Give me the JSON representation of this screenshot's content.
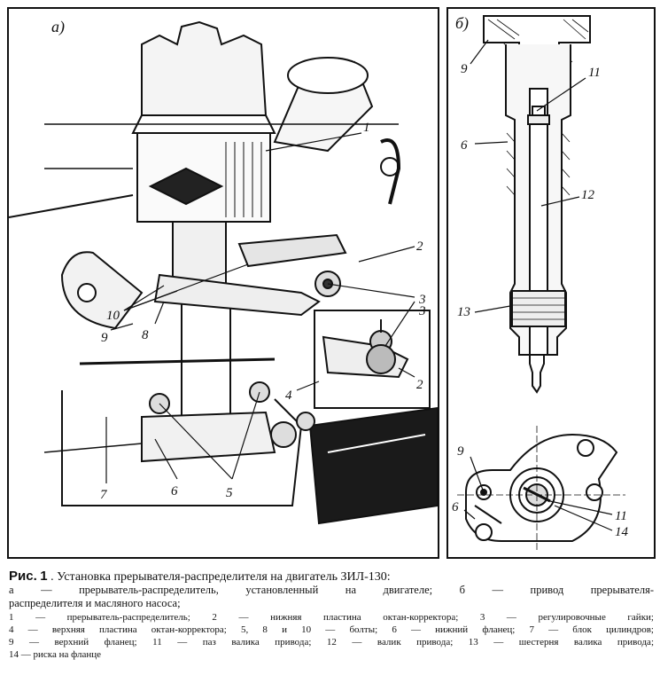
{
  "panel_a": {
    "label": "а)",
    "callouts": [
      "1",
      "2",
      "3",
      "2",
      "3",
      "4",
      "5",
      "6",
      "7",
      "8",
      "9",
      "10"
    ]
  },
  "panel_b": {
    "label": "б)",
    "callouts": [
      "9",
      "11",
      "6",
      "12",
      "13",
      "9",
      "6",
      "11",
      "14"
    ]
  },
  "caption": {
    "fig_prefix": "Рис.",
    "fig_number": "1",
    "title": ". Установка прерывателя-распределителя на двигатель ЗИЛ-130:",
    "line1": "а — прерыватель-распределитель, установленный на двигателе; б — привод прерывателя-",
    "line2": "распределителя и масляного насоса;",
    "legend1": "1 — прерыватель-распределитель; 2 — нижняя пластина октан-корректора; 3 — регулировочные гайки;",
    "legend2": "4 — верхняя пластина октан-корректора; 5, 8 и 10 — болты; 6 — нижний фланец; 7 — блок цилиндров;",
    "legend3": "9 — верхний фланец; 11 — паз валика привода; 12 — валик привода; 13 — шестерня валика привода;",
    "legend4": "14 — риска на фланце"
  }
}
